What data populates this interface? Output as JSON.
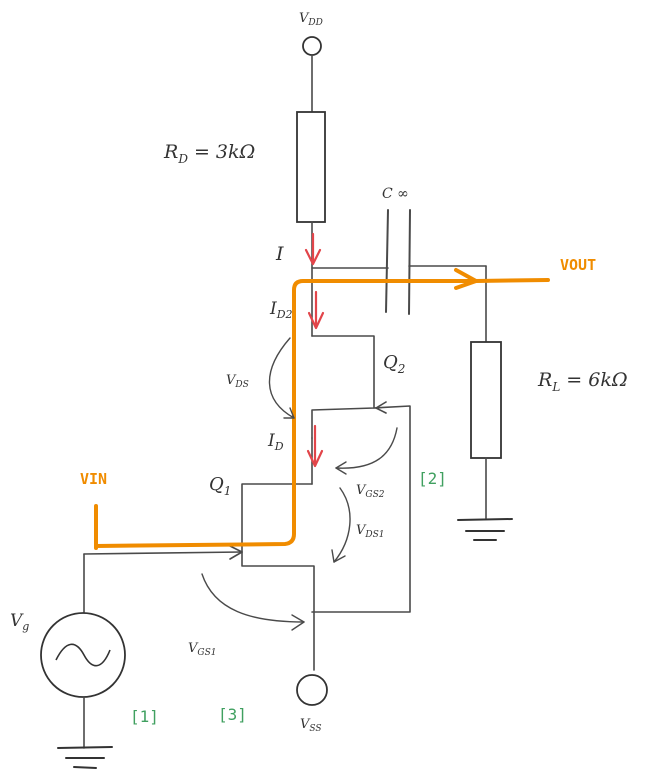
{
  "labels": {
    "vdd": "V",
    "vdd_sub": "DD",
    "vss": "V",
    "vss_sub": "SS",
    "rd": "R",
    "rd_sub": "D",
    "rd_value": "= 3kΩ",
    "rl": "R",
    "rl_sub": "L",
    "rl_value": "= 6kΩ",
    "cap": "C ∞",
    "i": "I",
    "id2": "I",
    "id2_sub": "D2",
    "id": "I",
    "id_sub": "D",
    "vds": "V",
    "vds_sub": "DS",
    "q2": "Q",
    "q2_sub": "2",
    "q1": "Q",
    "q1_sub": "1",
    "vgs2": "V",
    "vgs2_sub": "GS2",
    "vds1": "V",
    "vds1_sub": "DS1",
    "vgs1": "V",
    "vgs1_sub": "GS1",
    "vg": "V",
    "vg_sub": "g",
    "vin": "VIN",
    "vout": "VOUT",
    "loop1": "[1]",
    "loop2": "[2]",
    "loop3": "[3]"
  },
  "colors": {
    "signal_path": "#f08c00",
    "current_arrows": "#e2454a",
    "loop_labels": "#40a060",
    "wires": "#4a4a4a"
  }
}
